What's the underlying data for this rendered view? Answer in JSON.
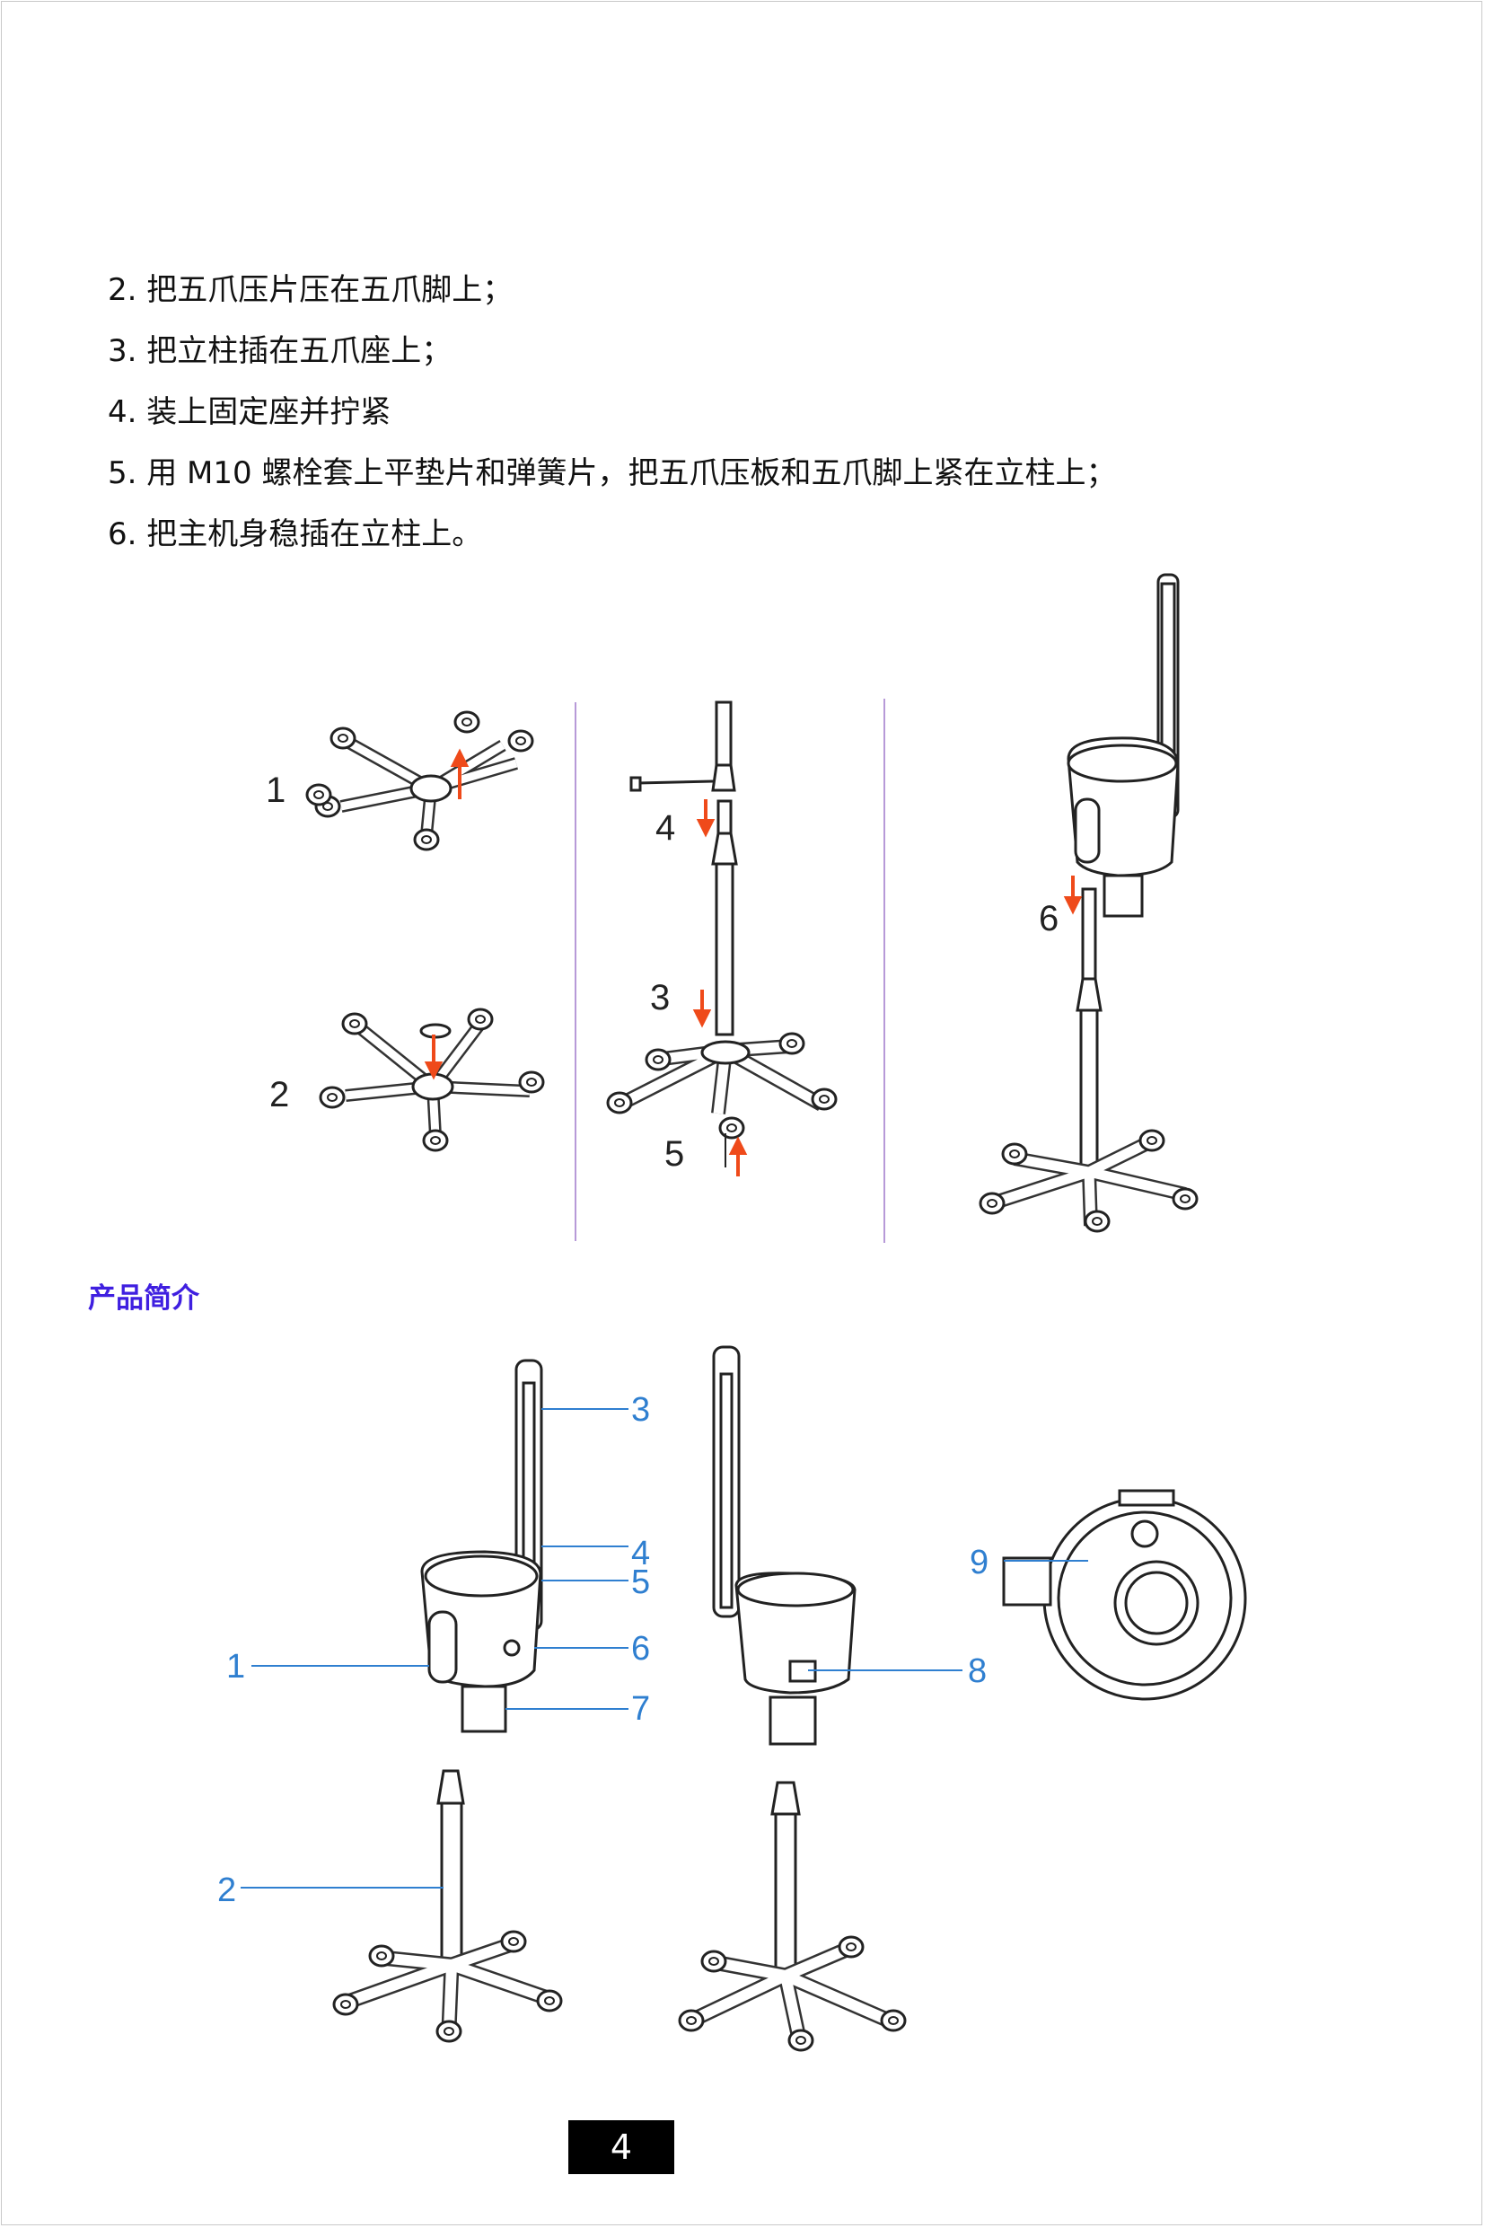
{
  "steps": [
    "2. 把五爪压片压在五爪脚上；",
    "3. 把立柱插在五爪座上；",
    "4. 装上固定座并拧紧",
    "5. 用 M10 螺栓套上平垫片和弹簧片，把五爪压板和五爪脚上紧在立柱上；",
    "6. 把主机身稳插在立柱上。"
  ],
  "assembly_labels": [
    "1",
    "2",
    "3",
    "4",
    "5",
    "6"
  ],
  "section_title": "产品简介",
  "part_labels": [
    "1",
    "2",
    "3",
    "4",
    "5",
    "6",
    "7",
    "8",
    "9"
  ],
  "page_number": "4",
  "colors": {
    "title": "#3f1fe0",
    "divider": "#b79ad8",
    "arrow": "#ef4a1a",
    "callout": "#2f7fd0"
  }
}
